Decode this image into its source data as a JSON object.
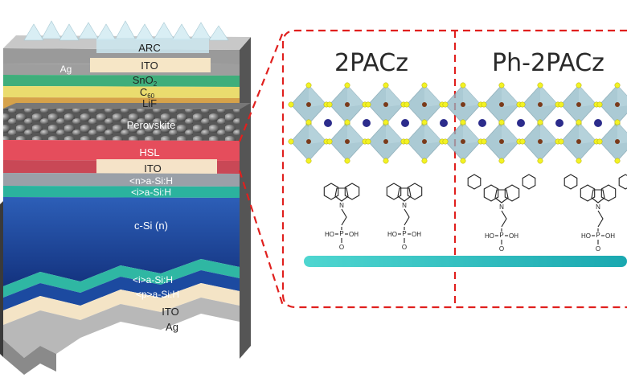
{
  "stack_labels": {
    "arc": "ARC",
    "ag_top": "Ag",
    "ito_top": "ITO",
    "sno2_base": "SnO",
    "sno2_sub": "2",
    "c60_base": "C",
    "c60_sub": "60",
    "lif": "LiF",
    "perovskite": "Perovskite",
    "hsl": "HSL",
    "ito_mid": "ITO",
    "n_asi": "<n>a-Si:H",
    "i_asi_top": "<i>a-Si:H",
    "csi": "c-Si (n)",
    "i_asi_bottom": "<i>a-Si:H",
    "p_asi": "<p>a-Si:H",
    "ito_bottom": "ITO",
    "ag_bottom": "Ag"
  },
  "panels": {
    "left_title": "2PACz",
    "right_title": "Ph-2PACz"
  },
  "molecule": {
    "n": "N",
    "p": "P",
    "o": "O",
    "ho": "HO",
    "oh": "OH"
  },
  "colors": {
    "dash": "#e0201e",
    "perovskite": "#5a5a5a",
    "hsl": "#e54d5c",
    "csi_top": "#2a4fa3",
    "csi_bottom": "#163a8a",
    "substrate": "#2fc4c4",
    "a_cation": "#2c2c8c",
    "halide": "#f2f224",
    "octahedron": "#8fb9c6"
  }
}
